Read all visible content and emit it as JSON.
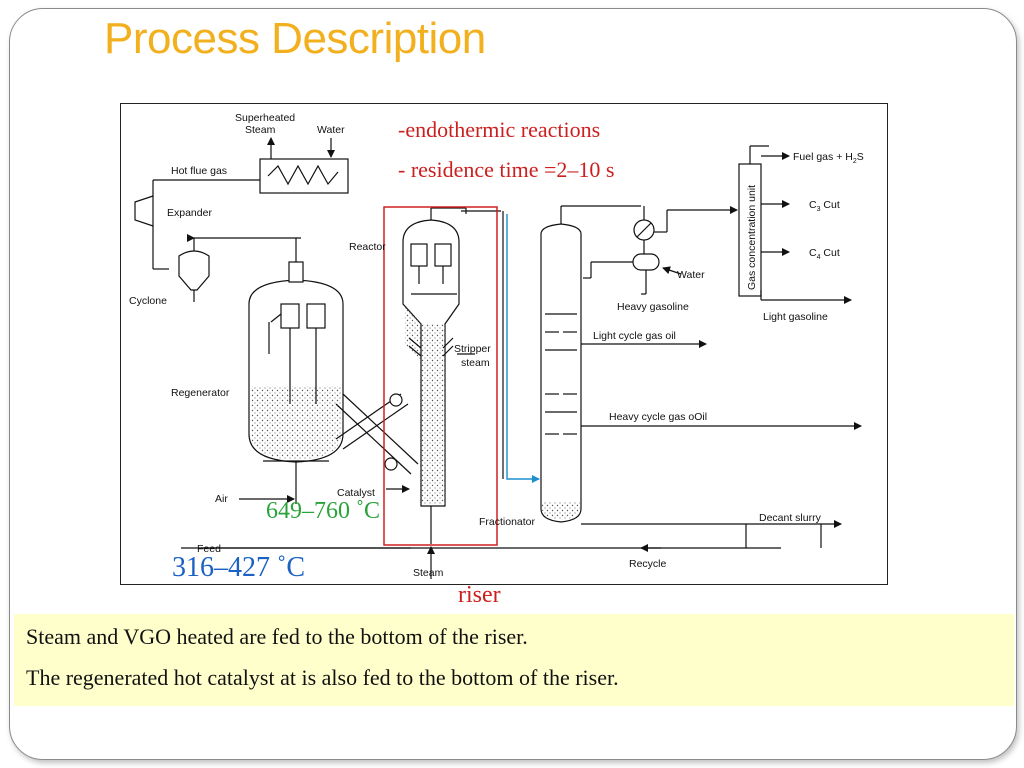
{
  "slide": {
    "title": "Process Description"
  },
  "diagram": {
    "labels": {
      "superheated_steam": [
        "Superheated",
        "Steam"
      ],
      "water_top": "Water",
      "hot_flue_gas": "Hot flue gas",
      "expander": "Expander",
      "cyclone": "Cyclone",
      "reactor": "Reactor",
      "regenerator": "Regenerator",
      "stripper_steam": [
        "Stripper",
        "steam"
      ],
      "air": "Air",
      "catalyst": "Catalyst",
      "feed": "Feed",
      "steam": "Steam",
      "fractionator": "Fractionator",
      "recycle": "Recycle",
      "decant_slurry": "Decant slurry",
      "heavy_cycle_gas_oil": "Heavy cycle gas oOil",
      "light_cycle_gas_oil": "Light cycle gas oil",
      "heavy_gasoline": "Heavy gasoline",
      "water_right": "Water",
      "light_gasoline": "Light gasoline",
      "gas_concentration_unit": "Gas concentration unit",
      "fuel_gas": "Fuel gas + H",
      "fuel_gas_sub": "2",
      "fuel_gas_tail": "S",
      "c3_cut": "C",
      "c3_sub": "3",
      "c3_tail": " Cut",
      "c4_cut": "C",
      "c4_sub": "4",
      "c4_tail": " Cut"
    }
  },
  "notes": {
    "reactions": "-endothermic reactions",
    "residence": "- residence time =2–10 s",
    "temp_catalyst": "649–760 ˚C",
    "temp_feed": "316–427 ˚C",
    "riser": "riser"
  },
  "caption": {
    "line1": "Steam and VGO heated are fed to the bottom of the riser.",
    "line2": "The regenerated hot catalyst at is also fed to the bottom of the riser."
  },
  "colors": {
    "title": "#f2b01e",
    "note_red": "#cc1f1f",
    "temp_green": "#2aa33a",
    "temp_blue": "#1c62c4",
    "caption_bg": "#ffffcc"
  }
}
